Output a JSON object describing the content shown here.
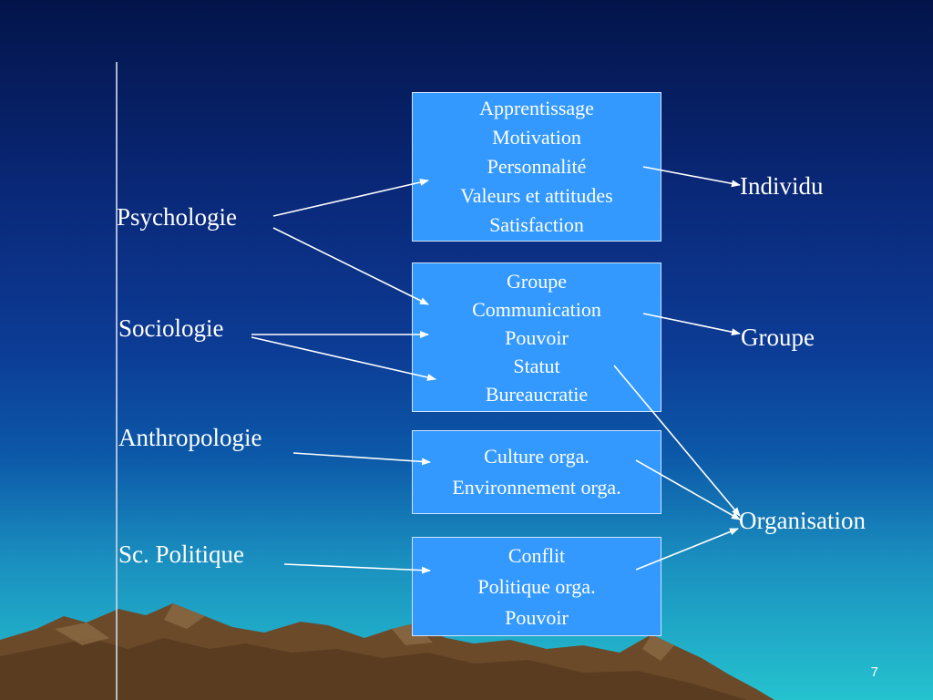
{
  "disciplines": {
    "psychologie": "Psychologie",
    "sociologie": "Sociologie",
    "anthropologie": "Anthropologie",
    "sc_politique": "Sc. Politique"
  },
  "boxes": {
    "individu": [
      "Apprentissage",
      "Motivation",
      "Personnalité",
      "Valeurs et attitudes",
      "Satisfaction"
    ],
    "groupe": [
      "Groupe",
      "Communication",
      "Pouvoir",
      "Statut",
      "Bureaucratie"
    ],
    "culture": [
      "Culture orga.",
      "Environnement orga."
    ],
    "politique": [
      "Conflit",
      "Politique orga.",
      "Pouvoir"
    ]
  },
  "levels": {
    "individu": "Individu",
    "groupe": "Groupe",
    "organisation": "Organisation"
  },
  "page_number": "7",
  "colors": {
    "box_fill": "#3399ff",
    "text": "#ffffff",
    "arrow": "#ffffff"
  }
}
